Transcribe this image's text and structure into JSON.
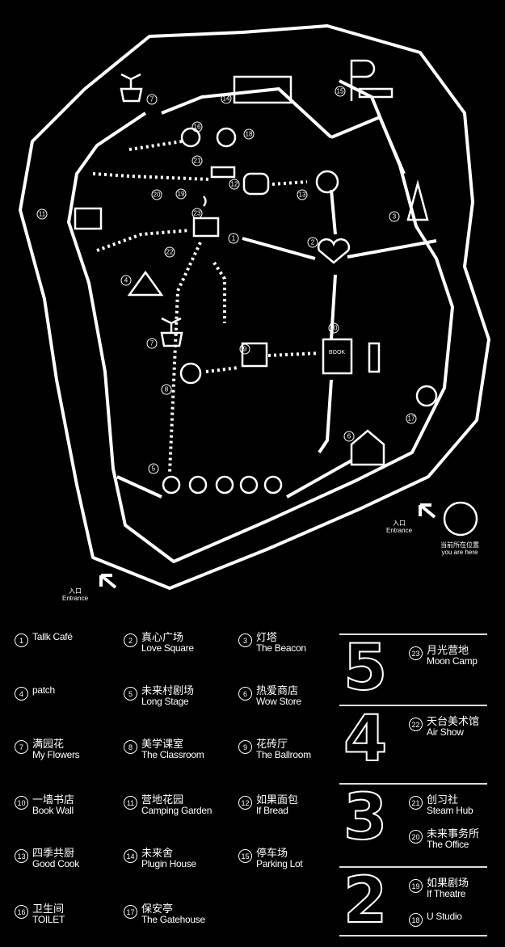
{
  "map": {
    "markers": [
      "7",
      "14",
      "15",
      "16",
      "18",
      "21",
      "12",
      "20",
      "19",
      "13",
      "11",
      "23",
      "3",
      "1",
      "2",
      "22",
      "4",
      "7",
      "10",
      "9",
      "8",
      "17",
      "6",
      "5"
    ],
    "entrance_zh": "入口",
    "entrance_en": "Entrance",
    "here_zh": "当前所在位置",
    "here_en": "you are here",
    "book_sign": "BOOK"
  },
  "legend": [
    {
      "n": "1",
      "zh": "",
      "en": "Tallk Café"
    },
    {
      "n": "2",
      "zh": "真心广场",
      "en": "Love Square"
    },
    {
      "n": "3",
      "zh": "灯塔",
      "en": "The Beacon"
    },
    {
      "n": "4",
      "zh": "",
      "en": "patch"
    },
    {
      "n": "5",
      "zh": "未来村剧场",
      "en": "Long Stage"
    },
    {
      "n": "6",
      "zh": "热爱商店",
      "en": "Wow Store"
    },
    {
      "n": "7",
      "zh": "满园花",
      "en": "My Flowers"
    },
    {
      "n": "8",
      "zh": "美学课室",
      "en": "The Classroom"
    },
    {
      "n": "9",
      "zh": "花砖厅",
      "en": "The Ballroom"
    },
    {
      "n": "10",
      "zh": "一墙书店",
      "en": "Book Wall"
    },
    {
      "n": "11",
      "zh": "营地花园",
      "en": "Camping Garden"
    },
    {
      "n": "12",
      "zh": "如果面包",
      "en": "If Bread"
    },
    {
      "n": "13",
      "zh": "四季共厨",
      "en": "Good Cook"
    },
    {
      "n": "14",
      "zh": "未来舍",
      "en": "Plugin House"
    },
    {
      "n": "15",
      "zh": "停车场",
      "en": "Parking Lot"
    },
    {
      "n": "16",
      "zh": "卫生间",
      "en": "TOILET"
    },
    {
      "n": "17",
      "zh": "保安亭",
      "en": "The Gatehouse"
    }
  ],
  "floors": [
    {
      "floor": "5",
      "rooms": [
        {
          "n": "23",
          "zh": "月光营地",
          "en": "Moon Camp"
        }
      ]
    },
    {
      "floor": "4",
      "rooms": [
        {
          "n": "22",
          "zh": "天台美术馆",
          "en": "Air Show"
        }
      ]
    },
    {
      "floor": "3",
      "rooms": [
        {
          "n": "21",
          "zh": "创习社",
          "en": "Steam Hub"
        },
        {
          "n": "20",
          "zh": "未来事务所",
          "en": "The Office"
        }
      ]
    },
    {
      "floor": "2",
      "rooms": [
        {
          "n": "19",
          "zh": "如果剧场",
          "en": "If Theatre"
        },
        {
          "n": "18",
          "zh": "",
          "en": "U Studio"
        }
      ]
    }
  ]
}
